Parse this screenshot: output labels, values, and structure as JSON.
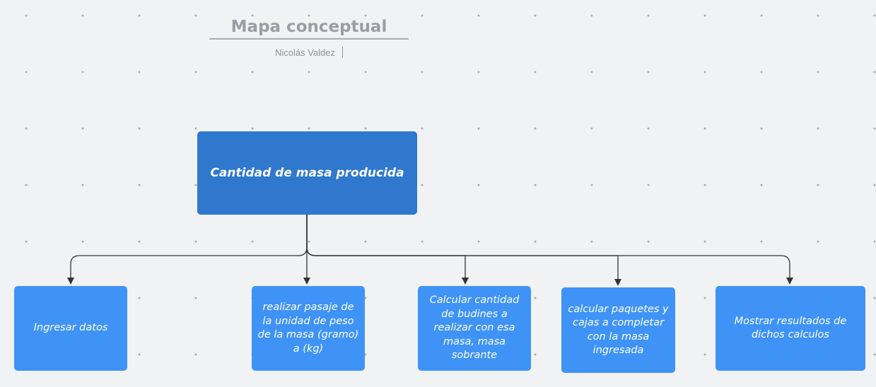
{
  "title": "Mapa conceptual",
  "author": "Nicolás Valdez",
  "root": {
    "label": "Cantidad de masa producida",
    "color": "#2f78cd"
  },
  "child_color": "#3f93f7",
  "children": [
    {
      "label": "Ingresar datos"
    },
    {
      "label": "realizar pasaje de la unidad de peso de la masa (gramo) a (kg)"
    },
    {
      "label": "Calcular cantidad de budines a realizar con esa masa, masa sobrante"
    },
    {
      "label": "calcular paquetes y cajas a completar con la masa ingresada"
    },
    {
      "label": "Mostrar resultados de dichos calculos"
    }
  ]
}
